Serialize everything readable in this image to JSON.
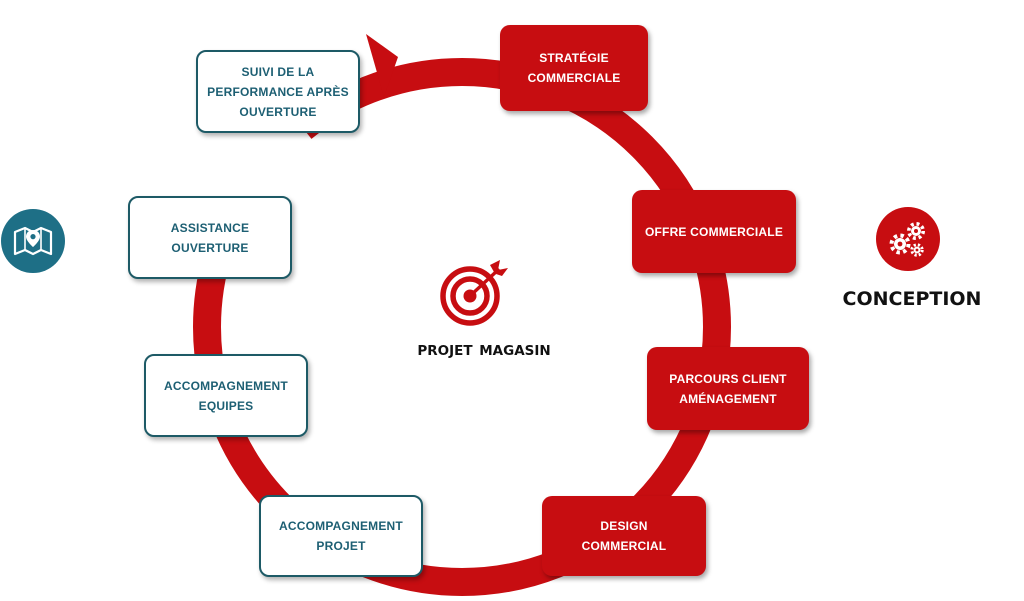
{
  "diagram": {
    "center_label": "PROJET  MAGASIN",
    "conception_label": "CONCEPTION",
    "colors": {
      "ring": "#c70d11",
      "red_box": "#c70d11",
      "teal": "#1e6f86",
      "white_box_text": "#1d5f73"
    },
    "icons": {
      "center": "target-icon",
      "left": "map-pin-icon",
      "right": "gears-icon"
    },
    "red_steps": [
      {
        "lines": [
          "STRATÉGIE",
          "COMMERCIALE"
        ]
      },
      {
        "lines": [
          "OFFRE COMMERCIALE"
        ]
      },
      {
        "lines": [
          "PARCOURS CLIENT",
          "AMÉNAGEMENT"
        ]
      },
      {
        "lines": [
          "DESIGN",
          "COMMERCIAL"
        ]
      }
    ],
    "white_steps": [
      {
        "lines": [
          "SUIVI DE LA",
          "PERFORMANCE  APRÈS",
          "OUVERTURE"
        ]
      },
      {
        "lines": [
          "ASSISTANCE",
          "OUVERTURE"
        ]
      },
      {
        "lines": [
          "ACCOMPAGNEMENT",
          "EQUIPES"
        ]
      },
      {
        "lines": [
          "ACCOMPAGNEMENT",
          "PROJET"
        ]
      }
    ]
  }
}
